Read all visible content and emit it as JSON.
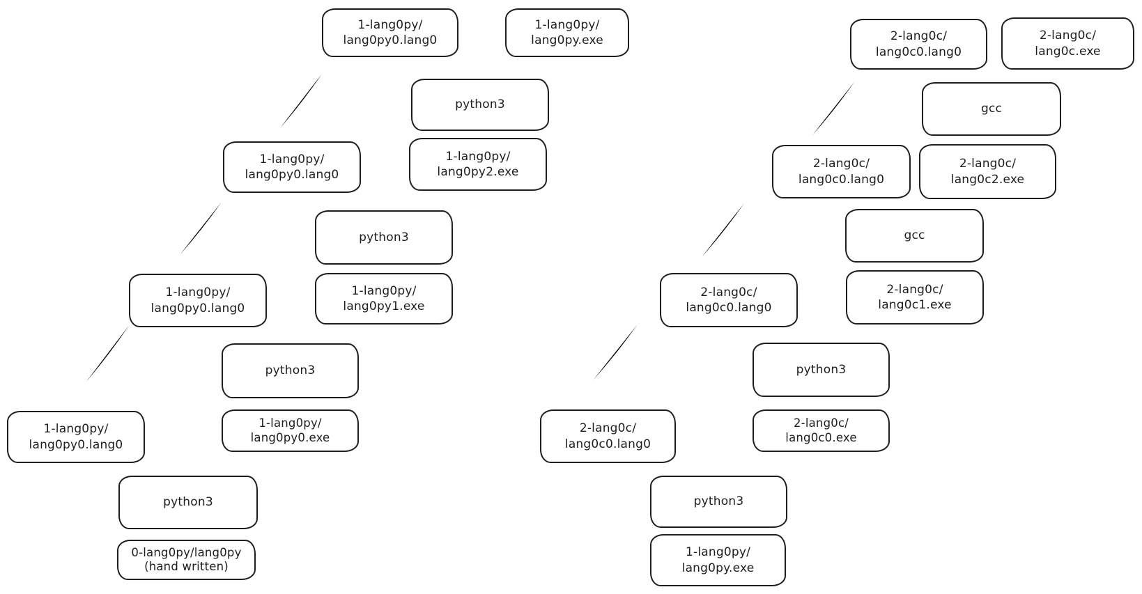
{
  "colors": {
    "canvas_background": "#ffffff",
    "ink": "#1e1e1e"
  },
  "nodes": {
    "l_src_3": "1-lang0py/\nlang0py0.lang0",
    "l_exe_final": "1-lang0py/\nlang0py.exe",
    "l_runner_3": "python3",
    "l_exe_2": "1-lang0py/\nlang0py2.exe",
    "l_src_2": "1-lang0py/\nlang0py0.lang0",
    "l_runner_2": "python3",
    "l_exe_1": "1-lang0py/\nlang0py1.exe",
    "l_src_1": "1-lang0py/\nlang0py0.lang0",
    "l_runner_1": "python3",
    "l_exe_0": "1-lang0py/\nlang0py0.exe",
    "l_src_0": "1-lang0py/\nlang0py0.lang0",
    "l_runner_0": "python3",
    "l_seed": "0-lang0py/lang0py\n(hand written)",
    "r_src_3": "2-lang0c/\nlang0c0.lang0",
    "r_exe_final": "2-lang0c/\nlang0c.exe",
    "r_runner_3": "gcc",
    "r_exe_2": "2-lang0c/\nlang0c2.exe",
    "r_src_2": "2-lang0c/\nlang0c0.lang0",
    "r_runner_2": "gcc",
    "r_exe_1": "2-lang0c/\nlang0c1.exe",
    "r_src_1": "2-lang0c/\nlang0c0.lang0",
    "r_runner_1": "python3",
    "r_exe_0": "2-lang0c/\nlang0c0.exe",
    "r_src_0": "2-lang0c/\nlang0c0.lang0",
    "r_runner_0": "python3",
    "r_seed": "1-lang0py/\nlang0py.exe"
  },
  "edges": [
    {
      "between": [
        "l_src_0",
        "l_src_1"
      ],
      "type": "double-headed-arrow"
    },
    {
      "between": [
        "l_src_1",
        "l_src_2"
      ],
      "type": "double-headed-arrow"
    },
    {
      "between": [
        "l_src_2",
        "l_src_3"
      ],
      "type": "double-headed-arrow"
    },
    {
      "between": [
        "r_src_0",
        "r_src_1"
      ],
      "type": "double-headed-arrow"
    },
    {
      "between": [
        "r_src_1",
        "r_src_2"
      ],
      "type": "double-headed-arrow"
    },
    {
      "between": [
        "r_src_2",
        "r_src_3"
      ],
      "type": "double-headed-arrow"
    }
  ]
}
